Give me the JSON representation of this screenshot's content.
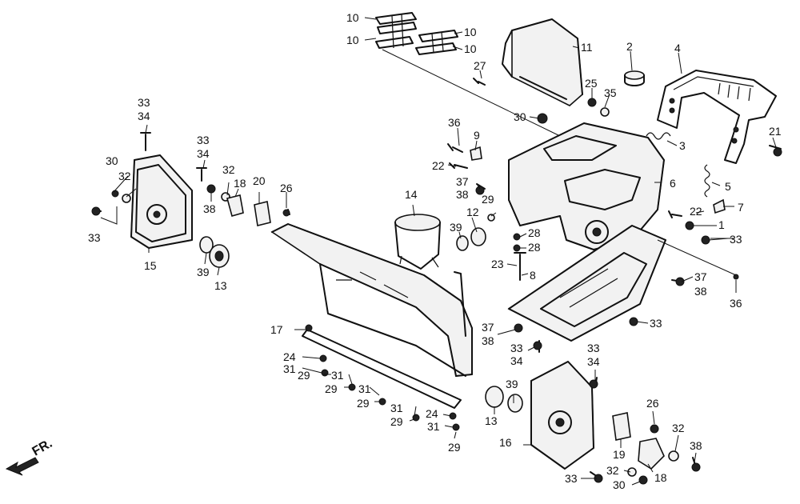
{
  "diagram": {
    "direction_label": "FR.",
    "callouts": {
      "c1": "1",
      "c2": "2",
      "c3": "3",
      "c4": "4",
      "c5": "5",
      "c6": "6",
      "c7": "7",
      "c8": "8",
      "c9": "9",
      "c10a": "10",
      "c10b": "10",
      "c10c": "10",
      "c10d": "10",
      "c11": "11",
      "c12": "12",
      "c13a": "13",
      "c13b": "13",
      "c14": "14",
      "c15": "15",
      "c16": "16",
      "c17": "17",
      "c18a": "18",
      "c18b": "18",
      "c19": "19",
      "c20": "20",
      "c21": "21",
      "c22a": "22",
      "c22b": "22",
      "c23": "23",
      "c24a": "24",
      "c24b": "24",
      "c25": "25",
      "c26a": "26",
      "c26b": "26",
      "c27": "27",
      "c28a": "28",
      "c28b": "28",
      "c29a": "29",
      "c29b": "29",
      "c29c": "29",
      "c29d": "29",
      "c29e": "29",
      "c29f": "29",
      "c30a": "30",
      "c30b": "30",
      "c30c": "30",
      "c31a": "31",
      "c31b": "31",
      "c31c": "31",
      "c31d": "31",
      "c31e": "31",
      "c32a": "32",
      "c32b": "32",
      "c32c": "32",
      "c32d": "32",
      "c33a": "33",
      "c33b": "33",
      "c33c": "33",
      "c33d": "33",
      "c33e": "33",
      "c33f": "33",
      "c33g": "33",
      "c33h": "33",
      "c34a": "34",
      "c34b": "34",
      "c34c": "34",
      "c34d": "34",
      "c35": "35",
      "c36a": "36",
      "c36b": "36",
      "c37a": "37",
      "c37b": "37",
      "c37c": "37",
      "c38a": "38",
      "c38b": "38",
      "c38c": "38",
      "c38d": "38",
      "c38e": "38",
      "c39a": "39",
      "c39b": "39",
      "c39c": "39"
    }
  }
}
